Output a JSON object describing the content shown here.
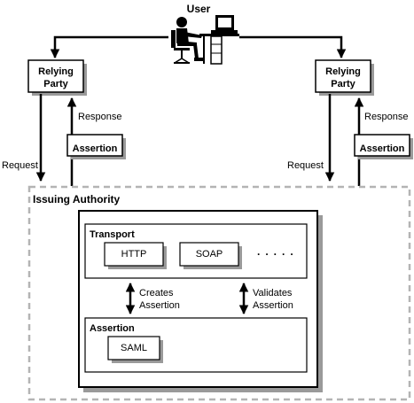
{
  "user": {
    "label": "User",
    "icon": "user-at-computer-icon"
  },
  "left": {
    "relying_party": [
      "Relying",
      "Party"
    ],
    "response": "Response",
    "assertion": "Assertion",
    "request": "Request"
  },
  "right": {
    "relying_party": [
      "Relying",
      "Party"
    ],
    "response": "Response",
    "assertion": "Assertion",
    "request": "Request"
  },
  "issuing_authority": {
    "title": "Issuing Authority",
    "transport": {
      "title": "Transport",
      "items": [
        "HTTP",
        "SOAP"
      ],
      "ellipsis": "· · · · ·"
    },
    "creates": [
      "Creates",
      "Assertion"
    ],
    "validates": [
      "Validates",
      "Assertion"
    ],
    "assertion": {
      "title": "Assertion",
      "item": "SAML"
    }
  },
  "colors": {
    "line": "#000000",
    "shadow": "#9a9a9a",
    "dashed": "#b4b4b4",
    "background": "#ffffff"
  }
}
